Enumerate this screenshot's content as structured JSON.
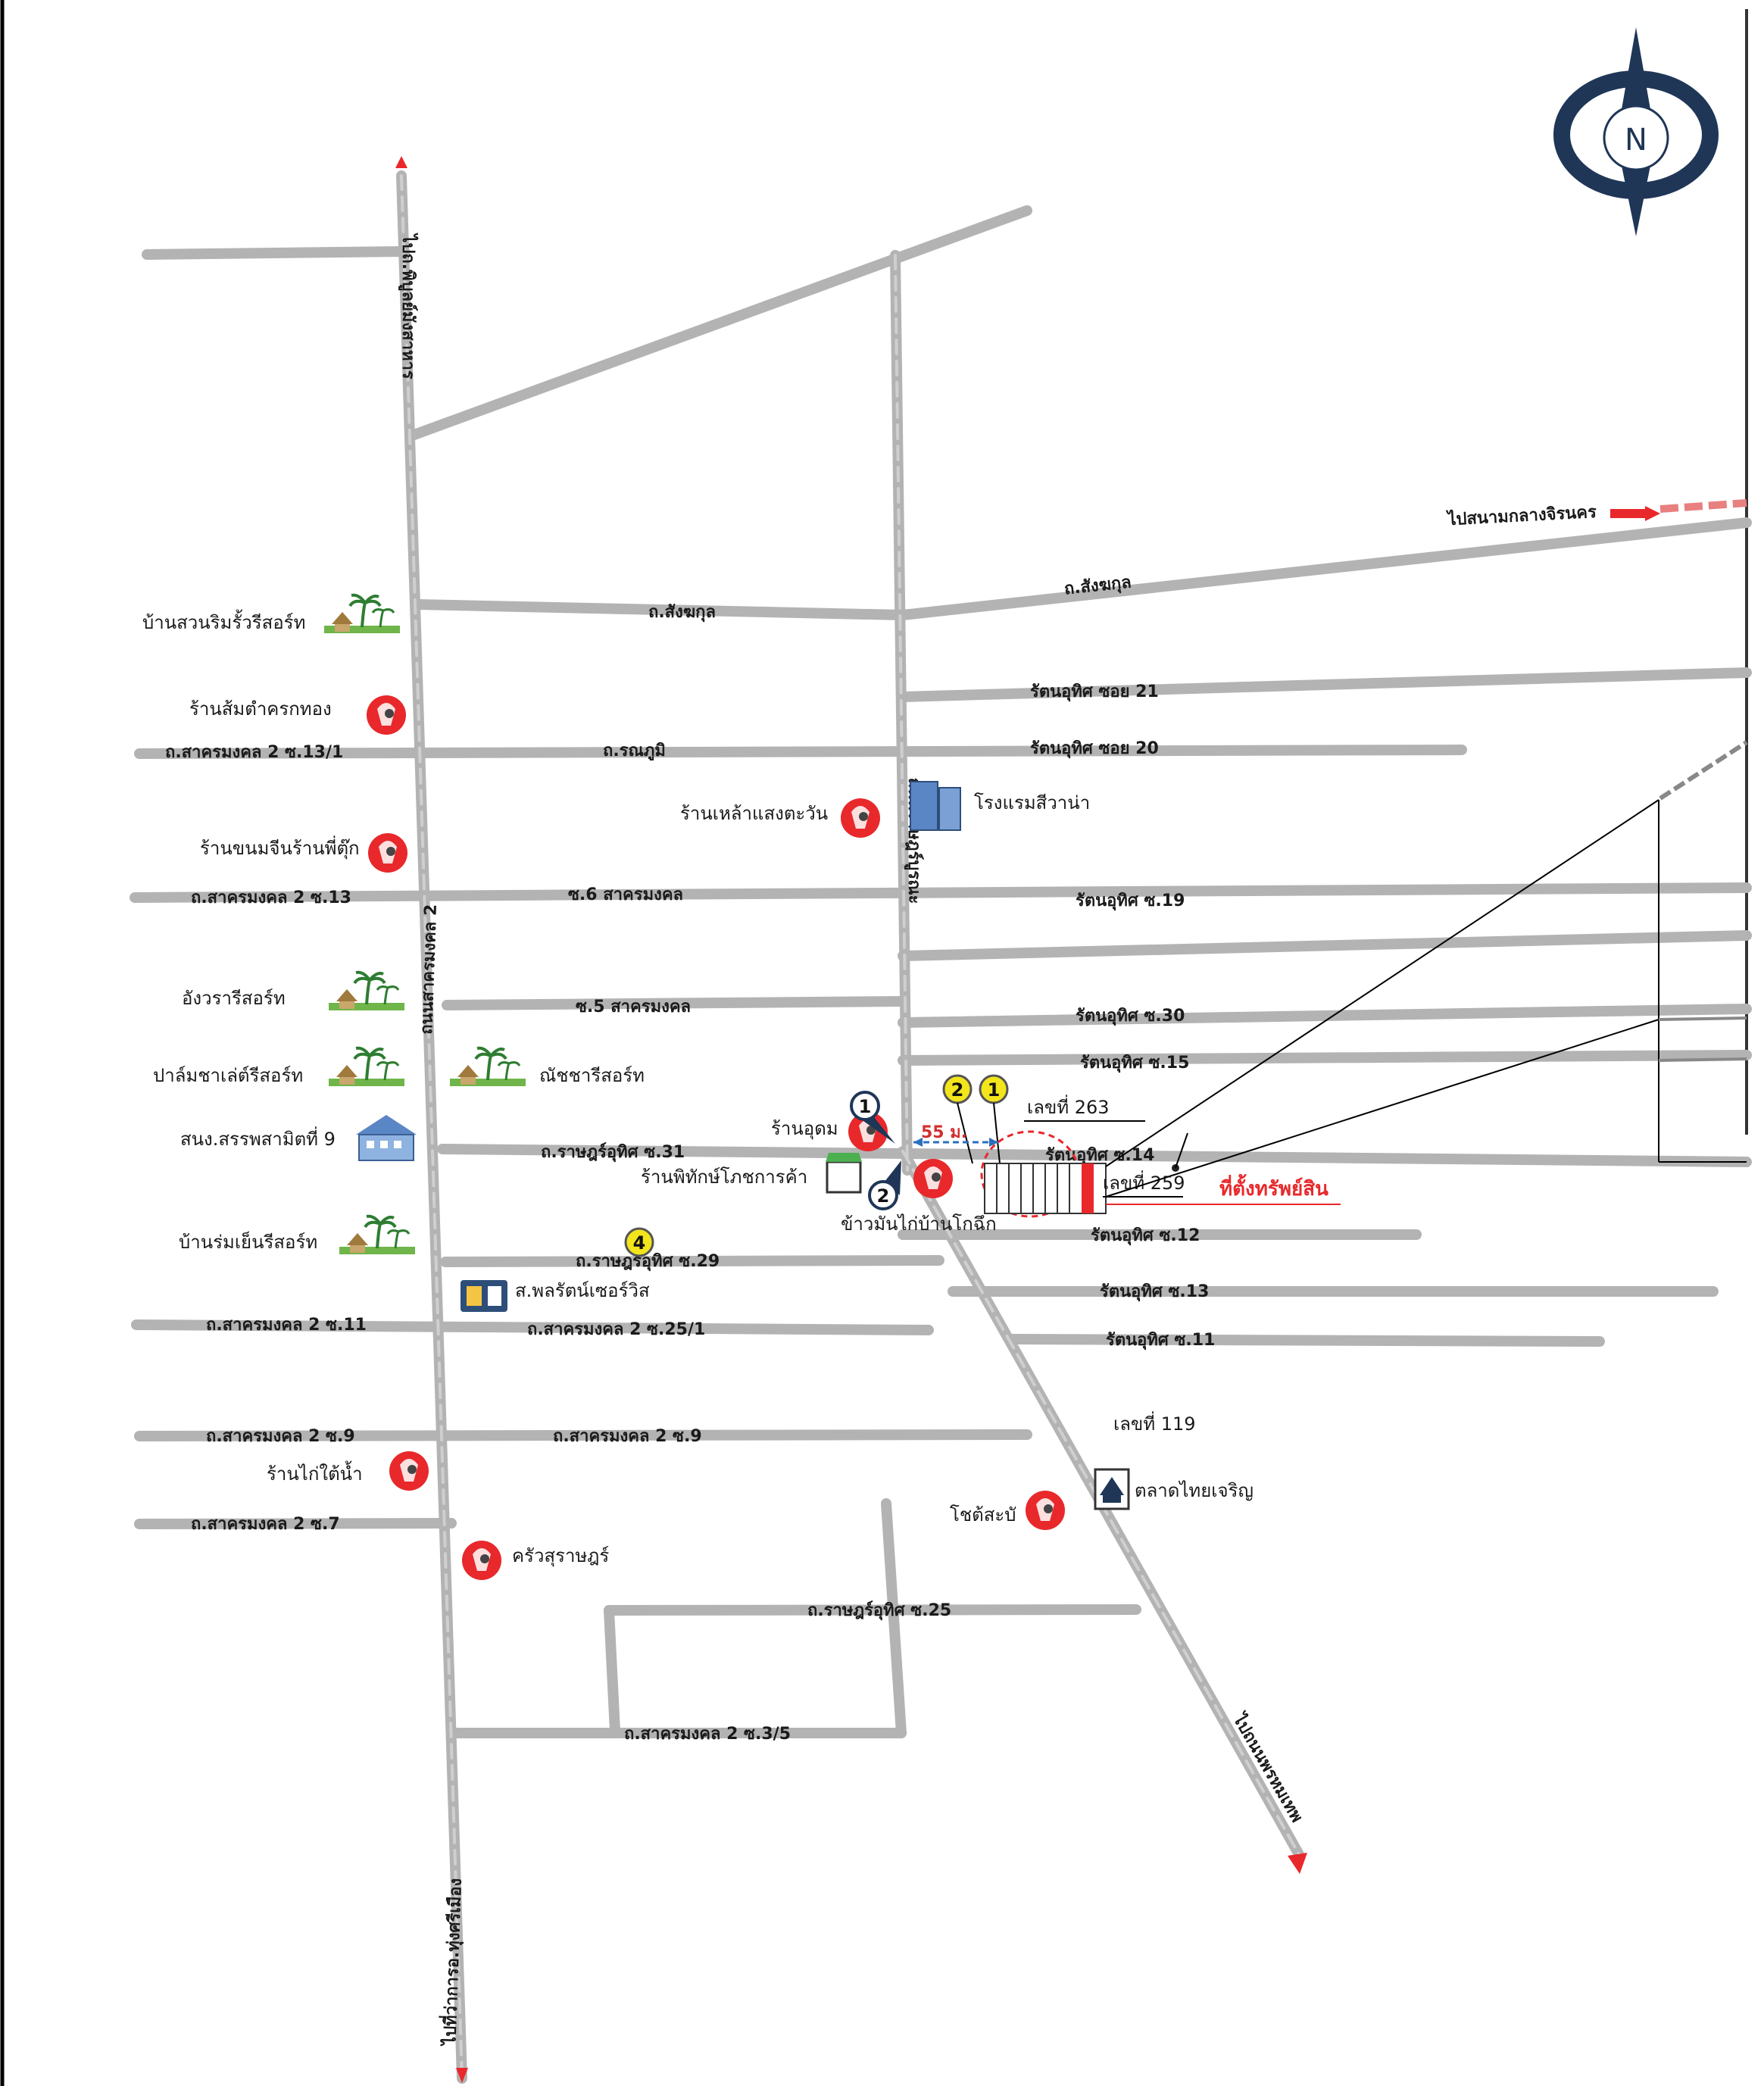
{
  "compass": {
    "letter": "N"
  },
  "roads": {
    "phibun_north": "ไปถ.พิบูลย์มังสาหาร",
    "sakhonmongkhon2": "ถนนสาครมงคล 2",
    "ratchburi": "ถนนราษฎร์บูรณะ",
    "south_to_amphoe": "ไปที่ว่าการอ.ทุ่งศรีเมือง",
    "to_phrom_thep": "ไปถนนพรหมเทพ",
    "to_stadium": "ไปสนามกลางจิรนคร",
    "sangkhakul_1": "ถ.สังฆกุล",
    "sangkhakul_2": "ถ.สังฆกุล",
    "rattana_21": "รัตนอุทิศ ซอย 21",
    "rattana_20": "รัตนอุทิศ ซอย 20",
    "sakhon_13_1": "ถ.สาครมงคล 2 ซ.13/1",
    "ronaphum": "ถ.รณภูมิ",
    "sakhon_13": "ถ.สาครมงคล 2 ซ.13",
    "soi6": "ซ.6 สาครมงคล",
    "rattana_19": "รัตนอุทิศ ซ.19",
    "soi5": "ซ.5 สาครมงคล",
    "rattana_30": "รัตนอุทิศ ซ.30",
    "rattana_15": "รัตนอุทิศ ซ.15",
    "ratsadon_31": "ถ.ราษฎร์อุทิศ ซ.31",
    "rattana_14": "รัตนอุทิศ ซ.14",
    "rattana_12": "รัตนอุทิศ ซ.12",
    "ratsadon_29": "ถ.ราษฎร์อุทิศ ซ.29",
    "rattana_13": "รัตนอุทิศ ซ.13",
    "sakhon_11": "ถ.สาครมงคล 2 ซ.11",
    "sakhon_25_1": "ถ.สาครมงคล 2 ซ.25/1",
    "rattana_11": "รัตนอุทิศ ซ.11",
    "sakhon_9a": "ถ.สาครมงคล 2 ซ.9",
    "sakhon_9b": "ถ.สาครมงคล 2 ซ.9",
    "sakhon_7": "ถ.สาครมงคล 2 ซ.7",
    "ratsadon_25": "ถ.ราษฎร์อุทิศ ซ.25",
    "sakhon_3_5": "ถ.สาครมงคล 2 ซ.3/5"
  },
  "places": {
    "ban_suan": "บ้านสวนริมรั้วรีสอร์ท",
    "somtam": "ร้านส้มตำครกทอง",
    "khanomjeen": "ร้านขนมจีนร้านพี่ตุ๊ก",
    "angwara": "อังวรารีสอร์ท",
    "palm": "ปาล์มชาเล่ต์รีสอร์ท",
    "natcha": "ณัชชารีสอร์ท",
    "office": "สนง.สรรพสามิตที่ 9",
    "rom_yen": "บ้านร่มเย็นรีสอร์ท",
    "phonrat": "ส.พลรัตน์เซอร์วิส",
    "kai": "ร้านไก่ใต้น้ำ",
    "khrua": "ครัวสุราษฎร์",
    "beer": "ร้านเหล้าแสงตะวัน",
    "hotel": "โรงแรมสีวาน่า",
    "udom": "ร้านอุดม",
    "phithak": "ร้านพิทักษ์โภชการค้า",
    "khaoman": "ข้าวมันไก่บ้านโกฉึก",
    "chotsab": "โชต้สะบั",
    "market": "ตลาดไทยเจริญ"
  },
  "annotations": {
    "distance": "55 ม.",
    "no_263": "เลขที่ 263",
    "no_259": "เลขที่ 259",
    "no_119": "เลขที่ 119",
    "property": "ที่ตั้งทรัพย์สิน",
    "m1": "1",
    "m2": "2",
    "y1": "1",
    "y2": "2",
    "y4": "4"
  },
  "colors": {
    "road": "#b3b3b3",
    "accent": "#e8282b",
    "navy": "#1f3657",
    "yellow": "#f2e51c"
  }
}
